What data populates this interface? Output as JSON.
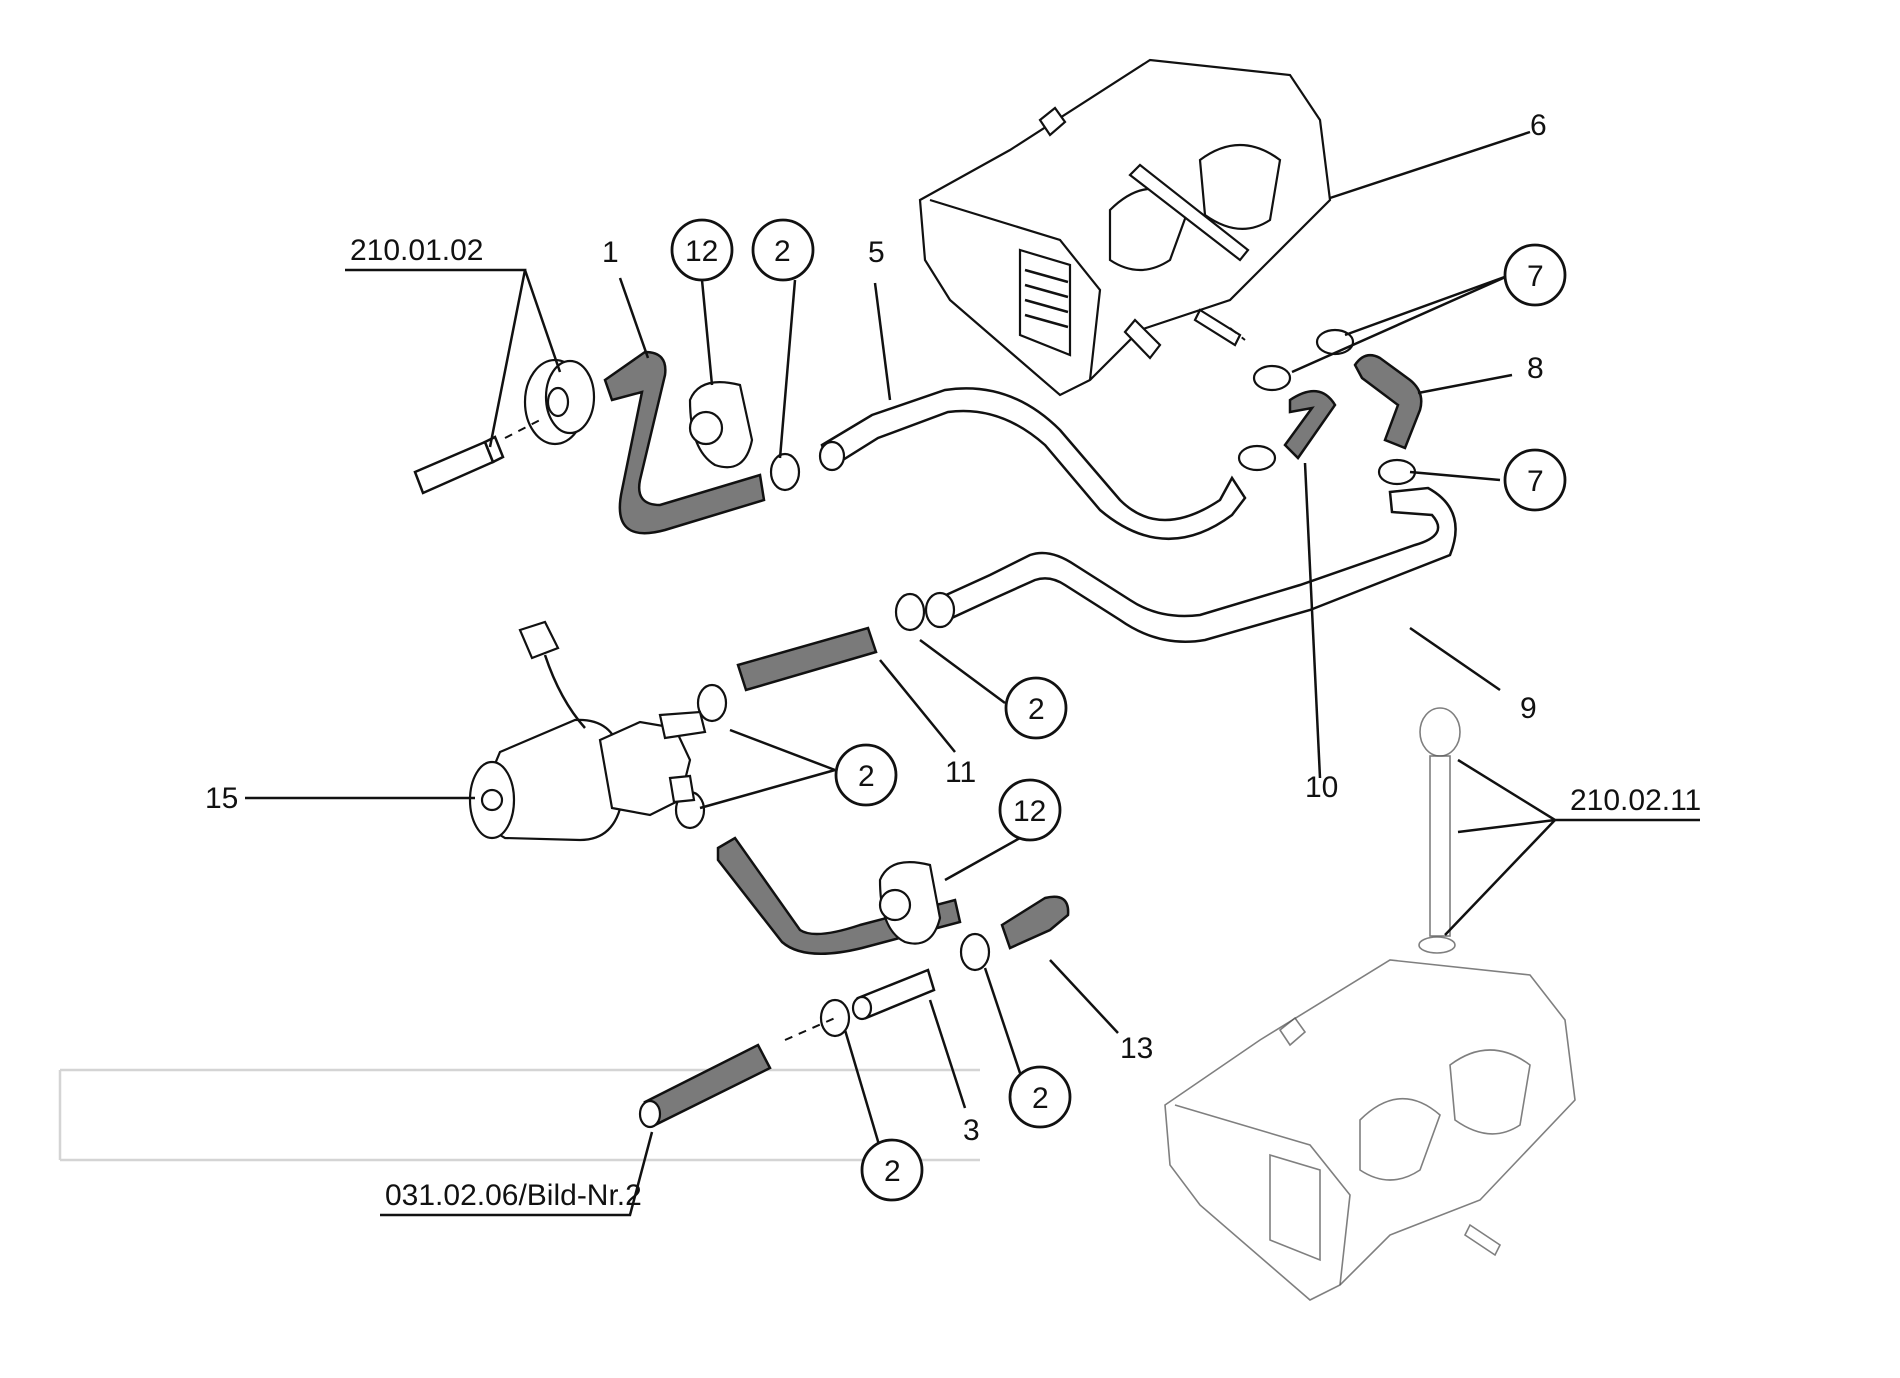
{
  "labels": {
    "ref_210_01_02": "210.01.02",
    "ref_210_02_11": "210.02.11",
    "ref_031": "031.02.06/Bild-Nr.2",
    "p1": "1",
    "p2": "2",
    "p3": "3",
    "p5": "5",
    "p6": "6",
    "p7": "7",
    "p8": "8",
    "p9": "9",
    "p10": "10",
    "p11": "11",
    "p12": "12",
    "p13": "13",
    "p15": "15"
  },
  "colors": {
    "line": "#111111",
    "hose_fill": "#7a7a7a",
    "background": "#ffffff"
  }
}
